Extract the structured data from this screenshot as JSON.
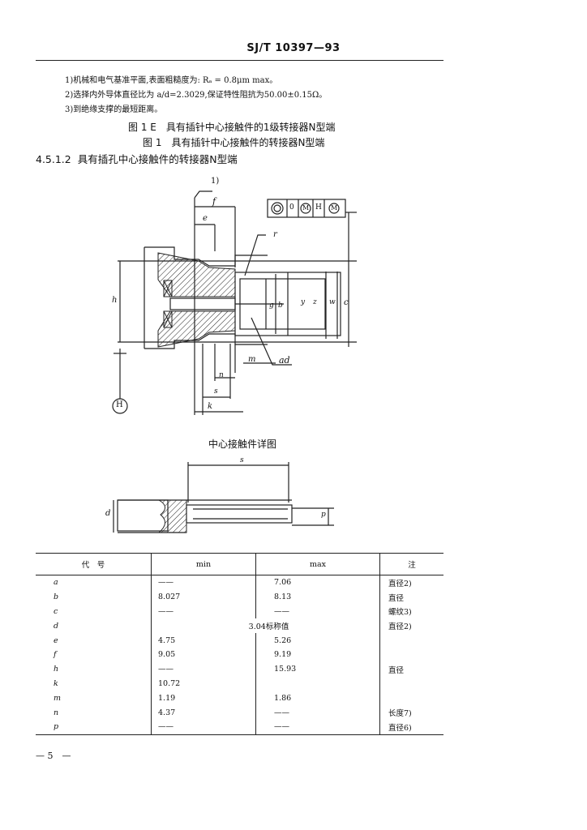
{
  "header": {
    "doc_id": "SJ/T 10397—93"
  },
  "notes": [
    "1)机械和电气基准平面,表面粗糙度为: Rₐ = 0.8μm max。",
    "2)选择内外导体直径比为 a/d=2.3029,保证特性阻抗为50.00±0.15Ω。",
    "3)到绝缘支撑的最短距离。"
  ],
  "captions": {
    "fig_1e": "图 1 E　具有插针中心接触件的1级转接器N型端",
    "fig_1": "图 1　具有插针中心接触件的转接器N型端"
  },
  "section": {
    "number": "4.5.1.2",
    "title": "具有插孔中心接触件的转接器N型端"
  },
  "drawing": {
    "labels": {
      "note_ref": "1)",
      "f": "f",
      "e": "e",
      "r": "r",
      "h": "h",
      "g": "g",
      "b": "b",
      "y": "y",
      "z": "z",
      "w": "w",
      "c": "c",
      "m": "m",
      "ad": "ad",
      "n": "n",
      "s": "s",
      "k": "k",
      "H": "H"
    },
    "tolerance_frame": {
      "cells": [
        "0",
        "M",
        "H",
        "M"
      ]
    }
  },
  "detail": {
    "title": "中心接触件详图",
    "labels": {
      "s": "s",
      "d": "d",
      "p": "p"
    }
  },
  "table": {
    "headers": [
      "代　号",
      "min",
      "max",
      "注"
    ],
    "rows": [
      [
        "a",
        "——",
        "7.06",
        "直径2)"
      ],
      [
        "b",
        "8.027",
        "8.13",
        "直径"
      ],
      [
        "c",
        "——",
        "——",
        "螺纹3)"
      ],
      [
        "d",
        "3.04标称值",
        "",
        "直径2)"
      ],
      [
        "e",
        "4.75",
        "5.26",
        ""
      ],
      [
        "f",
        "9.05",
        "9.19",
        ""
      ],
      [
        "h",
        "——",
        "15.93",
        "直径"
      ],
      [
        "k",
        "10.72",
        "",
        ""
      ],
      [
        "m",
        "1.19",
        "1.86",
        ""
      ],
      [
        "n",
        "4.37",
        "——",
        "长度7)"
      ],
      [
        "p",
        "——",
        "——",
        "直径6)"
      ]
    ]
  },
  "footer": {
    "page": "— 5　—"
  }
}
